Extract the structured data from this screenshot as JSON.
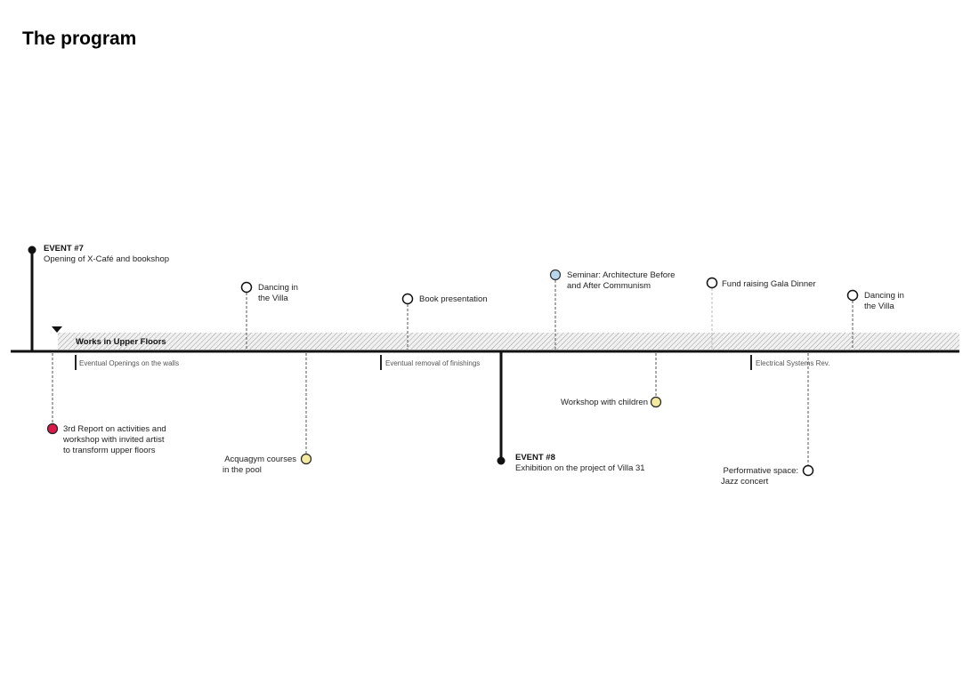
{
  "title": "The program",
  "band": {
    "label": "Works in Upper Floors"
  },
  "events": {
    "e7": {
      "title": "EVENT #7",
      "desc": "Opening of X-Café and bookshop"
    },
    "e8": {
      "title": "EVENT #8",
      "desc": "Exhibition on the project of Villa 31"
    }
  },
  "above": {
    "dancing1": {
      "l1": "Dancing in",
      "l2": "the Villa"
    },
    "book": {
      "l1": "Book presentation"
    },
    "seminar": {
      "l1": "Seminar: Architecture Before",
      "l2": "and After Communism"
    },
    "gala": {
      "l1": "Fund raising Gala Dinner"
    },
    "dancing2": {
      "l1": "Dancing in",
      "l2": "the Villa"
    }
  },
  "below": {
    "report": {
      "l1": "3rd Report on activities and",
      "l2": "workshop with invited artist",
      "l3": "to transform upper floors"
    },
    "acquagym": {
      "l1": "Acquagym courses",
      "l2": "in the pool"
    },
    "workshop": {
      "l1": "Workshop with children"
    },
    "jazz": {
      "l1": "Performative space:",
      "l2": "Jazz concert"
    }
  },
  "works": {
    "w1": "Eventual Openings on the walls",
    "w2": "Eventual removal of finishings",
    "w3": "Electrical Systems Rev."
  },
  "colors": {
    "red": "#d81b4a",
    "yellow": "#f3eaa0",
    "blue": "#b8d8ec",
    "hatch": "#9a9a9a"
  }
}
